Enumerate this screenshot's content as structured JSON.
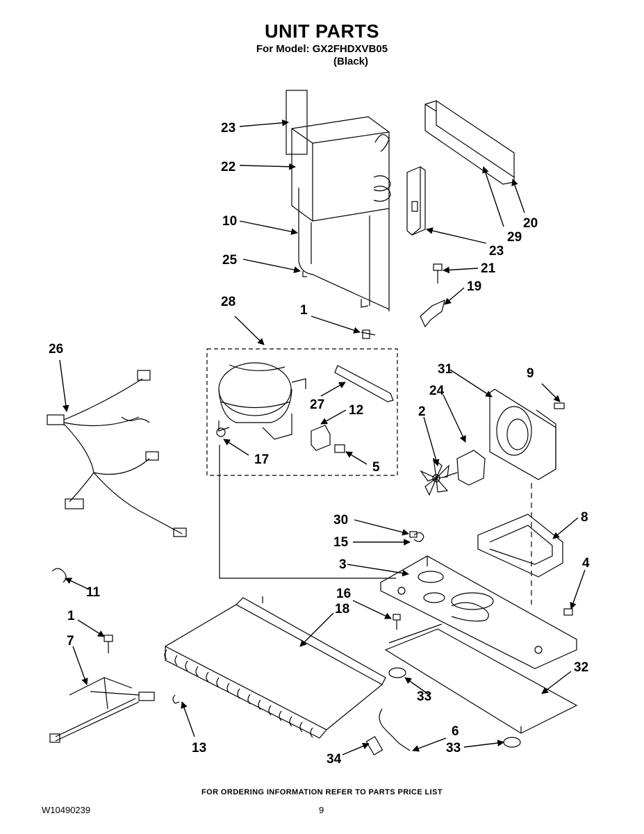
{
  "header": {
    "title": "UNIT PARTS",
    "model_line": "For Model: GX2FHDXVB05",
    "variant": "(Black)"
  },
  "callouts": {
    "c23a": "23",
    "c22": "22",
    "c10": "10",
    "c25": "25",
    "c20": "20",
    "c29": "29",
    "c23b": "23",
    "c21": "21",
    "c19": "19",
    "c28": "28",
    "c1a": "1",
    "c26": "26",
    "c27": "27",
    "c12": "12",
    "c17": "17",
    "c5": "5",
    "c31": "31",
    "c9": "9",
    "c24": "24",
    "c2": "2",
    "c8": "8",
    "c30": "30",
    "c15": "15",
    "c3": "3",
    "c4": "4",
    "c11": "11",
    "c16": "16",
    "c18": "18",
    "c1b": "1",
    "c7": "7",
    "c32": "32",
    "c33a": "33",
    "c13": "13",
    "c6": "6",
    "c34": "34",
    "c33b": "33"
  },
  "footer": {
    "ordering_note": "FOR ORDERING INFORMATION REFER TO PARTS PRICE LIST",
    "document_number": "W10490239",
    "page_number": "9"
  }
}
